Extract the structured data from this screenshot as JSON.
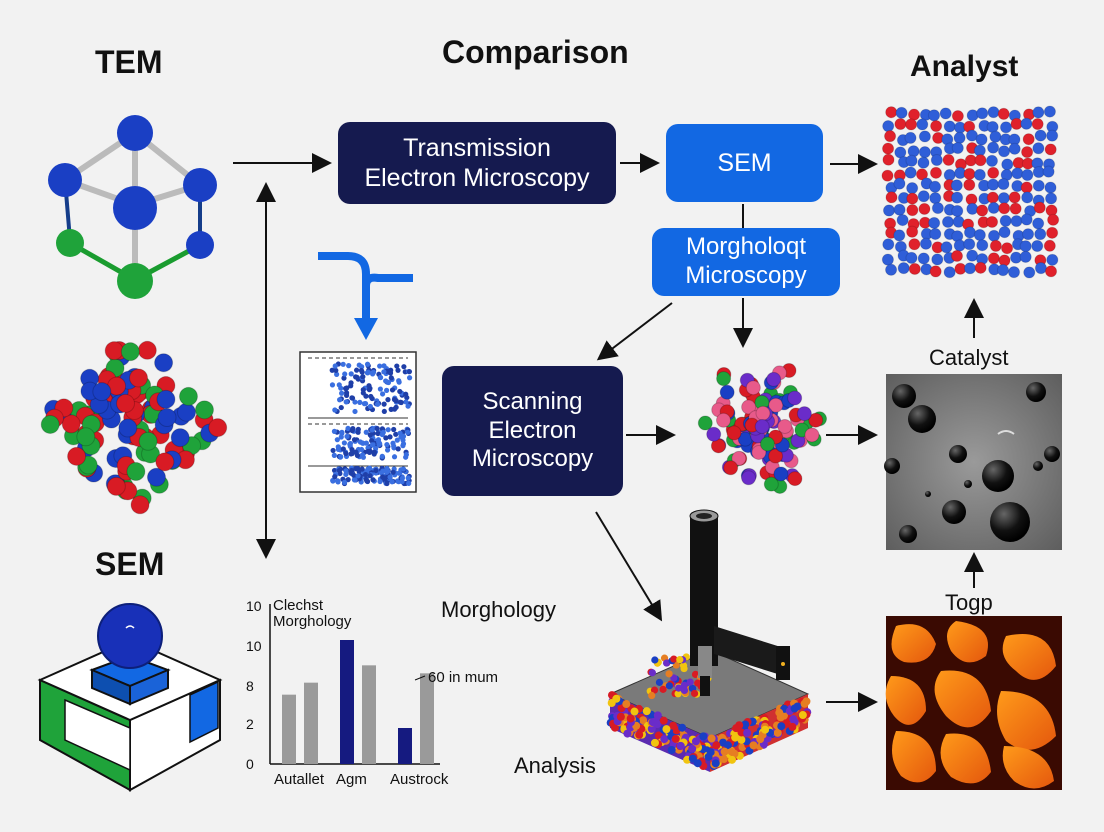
{
  "titles": {
    "tem": "TEM",
    "comparison": "Comparison",
    "analyst": "Analyst",
    "sem": "SEM"
  },
  "boxes": {
    "transmission_line1": "Transmission",
    "transmission_line2": "Electron Microscopy",
    "sem": "SEM",
    "morphology_line1": "Morgholoqt",
    "morphology_line2": "Microscopy",
    "scanning_line1": "Scanning",
    "scanning_line2": "Electron",
    "scanning_line3": "Microscopy"
  },
  "labels": {
    "catalyst": "Catalyst",
    "togp": "Togp",
    "morghology": "Morghology",
    "analysis": "Analysis"
  },
  "colors": {
    "navy": "#151a4f",
    "blue": "#1268e3",
    "atom_red": "#d81b24",
    "atom_green": "#1fa33a",
    "atom_blue": "#1a3fc4"
  },
  "chart_data": {
    "type": "bar",
    "title_line1": "Clechst",
    "title_line2": "Morghology",
    "annotation": "60 in mum",
    "categories": [
      "Autallet",
      "Agm",
      "Austrock"
    ],
    "yticks": [
      0,
      2,
      8,
      10,
      10
    ],
    "bars": [
      {
        "group": 0,
        "color": "gray",
        "value": 5.2
      },
      {
        "group": 0,
        "color": "gray",
        "value": 6.1
      },
      {
        "group": 1,
        "color": "navy",
        "value": 9.3
      },
      {
        "group": 1,
        "color": "gray",
        "value": 7.4
      },
      {
        "group": 2,
        "color": "navy",
        "value": 2.7
      },
      {
        "group": 2,
        "color": "gray",
        "value": 6.8
      }
    ],
    "ylim": [
      0,
      12
    ]
  }
}
